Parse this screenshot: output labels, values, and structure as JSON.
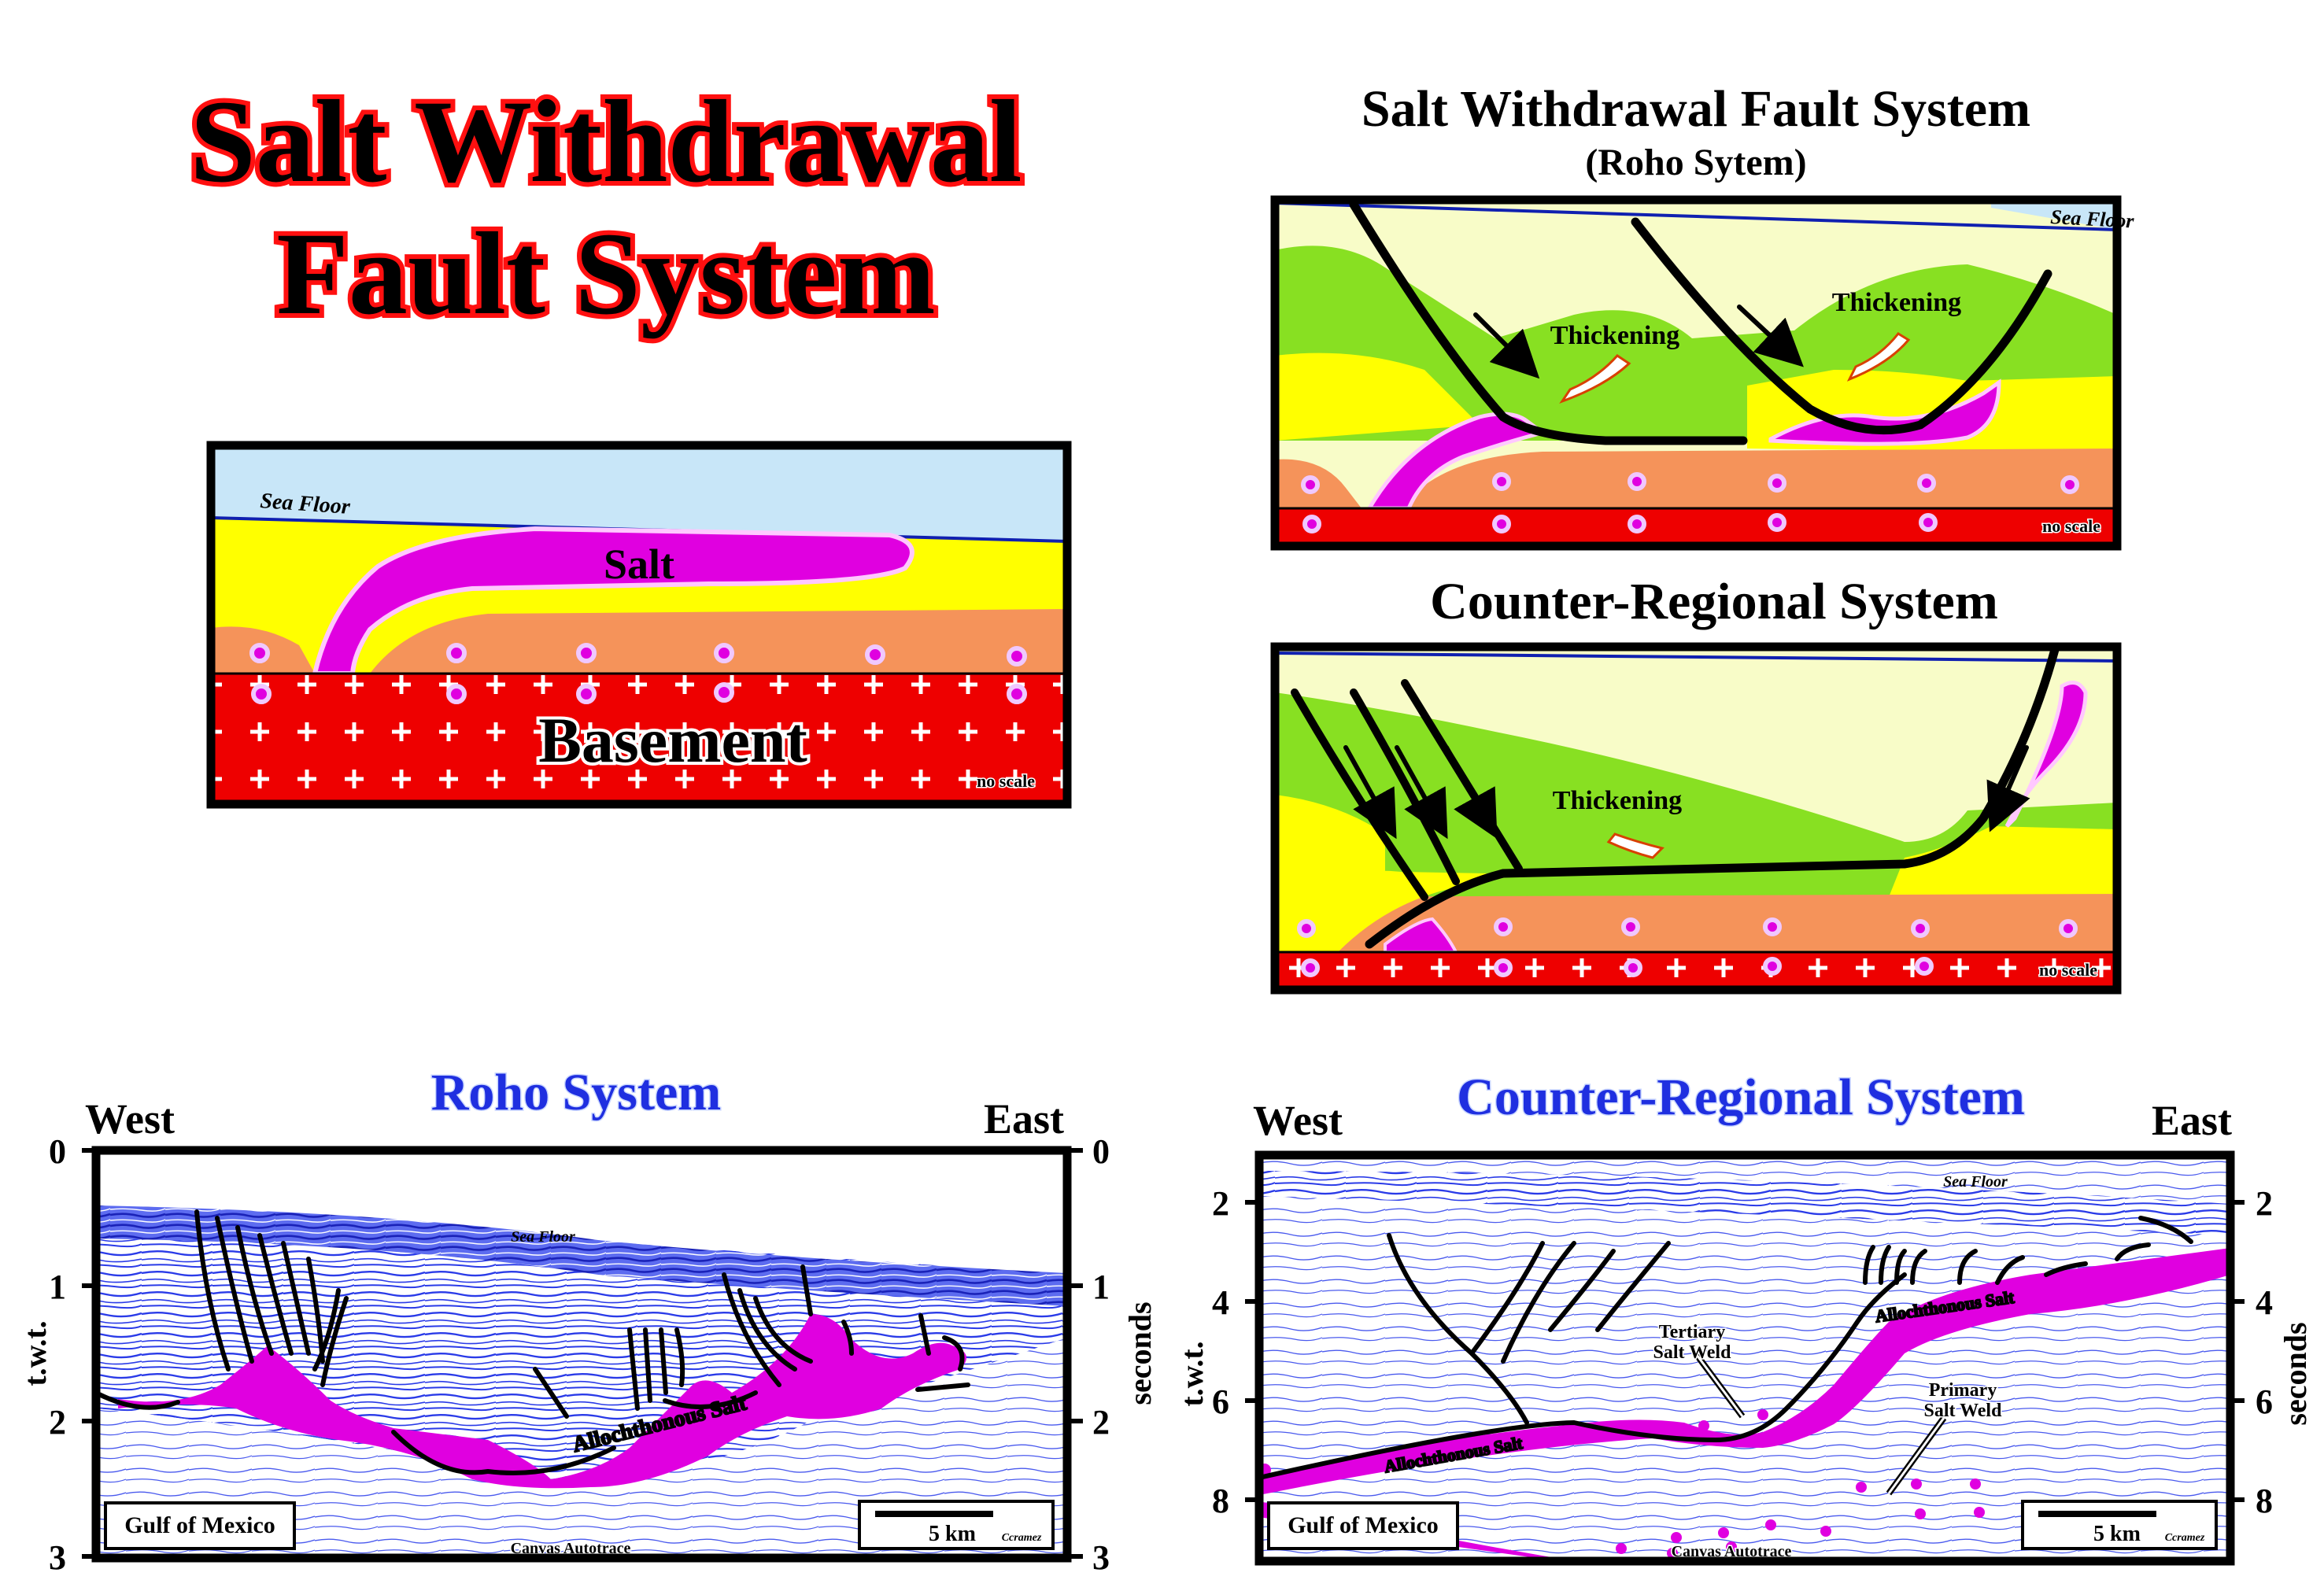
{
  "main_title": {
    "line1": "Salt Withdrawal",
    "line2": "Fault System"
  },
  "basement_panel": {
    "sea_floor": "Sea Floor",
    "salt": "Salt",
    "basement": "Basement",
    "no_scale": "no scale"
  },
  "roho_panel": {
    "title": "Salt Withdrawal Fault System",
    "subtitle": "(Roho Sytem)",
    "sea_floor": "Sea Floor",
    "thickening_1": "Thickening",
    "thickening_2": "Thickening",
    "no_scale": "no scale"
  },
  "counter_panel": {
    "title": "Counter-Regional System",
    "thickening": "Thickening",
    "no_scale": "no scale"
  },
  "seismic_left": {
    "title": "Roho System",
    "west": "West",
    "east": "East",
    "axis_left": "t.w.t.",
    "axis_right": "seconds",
    "ticks": [
      "0",
      "1",
      "2",
      "3"
    ],
    "sea_floor": "Sea Floor",
    "salt_label": "Allochthonous Salt",
    "location": "Gulf of Mexico",
    "scale": "5 km",
    "credit": "Ccramez",
    "footer": "Canvas Autotrace"
  },
  "seismic_right": {
    "title": "Counter-Regional System",
    "west": "West",
    "east": "East",
    "axis_left": "t.w.t.",
    "axis_right": "seconds",
    "ticks": [
      "2",
      "4",
      "6",
      "8"
    ],
    "sea_floor": "Sea Floor",
    "salt_label_left": "Allochthonous Salt",
    "salt_label_right": "Allochthonous Salt",
    "tertiary_weld_1": "Tertiary",
    "tertiary_weld_2": "Salt Weld",
    "primary_weld_1": "Primary",
    "primary_weld_2": "Salt Weld",
    "location": "Gulf of Mexico",
    "scale": "5 km",
    "credit": "Ccramez",
    "footer": "Canvas Autotrace"
  },
  "colors": {
    "salt": "#e000e0",
    "basement": "#ee0000",
    "sea": "#c8e6f8",
    "yellow": "#ffff00",
    "orange": "#f5935a",
    "green": "#88e022",
    "paleyellow": "#f8fcc8",
    "seismic": "#2a3be8"
  }
}
